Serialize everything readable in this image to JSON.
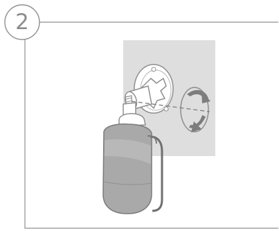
{
  "step": {
    "number": "2"
  },
  "illustration": {
    "wall_color": "#dedede",
    "line_color": "#8f8f8f",
    "camera_body_color": "#a9a9a9",
    "arrow_color": "#7d7d7d",
    "icons": [
      "wall-plate",
      "wall-mount-bracket",
      "camera",
      "rotation-arrows"
    ]
  }
}
